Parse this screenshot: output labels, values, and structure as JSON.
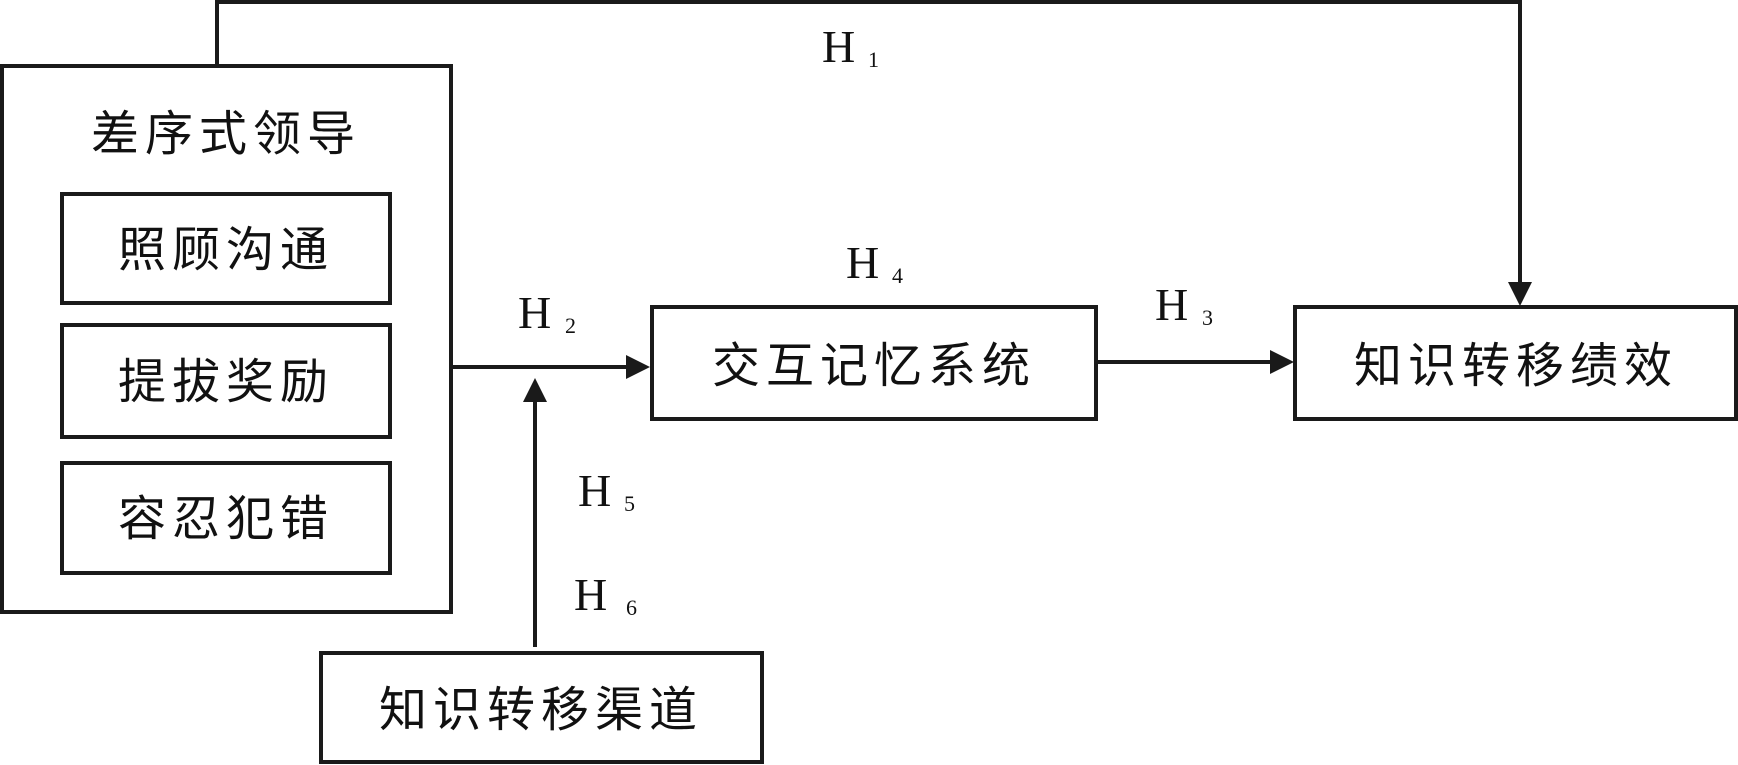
{
  "diagram": {
    "leader_group": {
      "title": "差序式领导",
      "items": [
        "照顾沟通",
        "提拔奖励",
        "容忍犯错"
      ]
    },
    "tms": "交互记忆系统",
    "performance": "知识转移绩效",
    "channel": "知识转移渠道",
    "hypotheses": {
      "h1": {
        "main": "H",
        "sub": "1"
      },
      "h2": {
        "main": "H",
        "sub": "2"
      },
      "h3": {
        "main": "H",
        "sub": "3"
      },
      "h4": {
        "main": "H",
        "sub": "4"
      },
      "h5": {
        "main": "H",
        "sub": "5"
      },
      "h6": {
        "main": "H",
        "sub": "6"
      }
    }
  }
}
